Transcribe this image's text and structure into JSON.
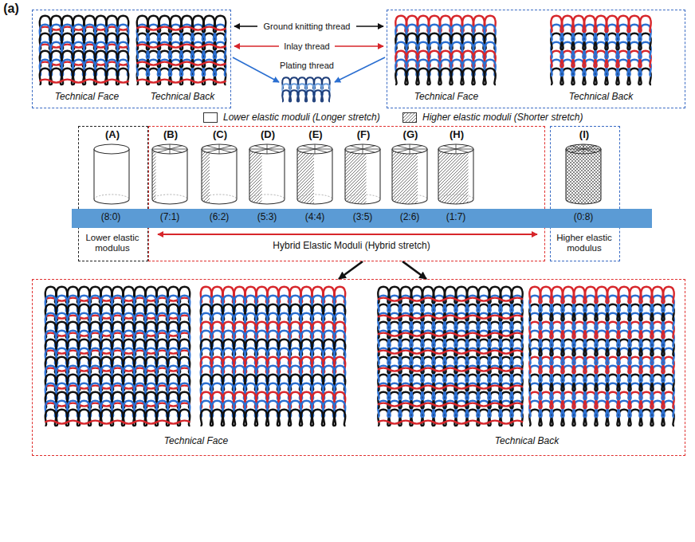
{
  "diagram": {
    "nodes": [
      {
        "text": [
          "Technical Face",
          "Technical Back"
        ]
      },
      {
        "text": [
          "Technical Face",
          "Technical Back"
        ]
      },
      {
        "text": [
          "(A)",
          "Lower elastic modulus"
        ]
      },
      {
        "text": [
          "(B)",
          "(C)",
          "(D)",
          "(E)",
          "(F)",
          "(G)",
          "(H)",
          "Hybrid Elastic Moduli (Hybrid stretch)"
        ]
      },
      {
        "text": [
          "(I)",
          "Higher elastic modulus"
        ]
      },
      {
        "text": [
          "(8:0)",
          "(7:1)",
          "(6:2)",
          "(5:3)",
          "(4:4)",
          "(3:5)",
          "(2:6)",
          "(1:7)",
          "(0:8)"
        ]
      },
      {
        "text": [
          "Technical Face",
          "Technical Back"
        ]
      }
    ],
    "edges": [
      {
        "from": 3,
        "to": 6,
        "arrow": "to"
      },
      {
        "from": 3,
        "to": 6,
        "arrow": "to"
      }
    ],
    "labels": [
      "(a)",
      "Ground knitting thread",
      "Inlay thread",
      "Plating thread"
    ],
    "legend": [
      {
        "text": "Lower elastic moduli (Longer stretch)",
        "color": "#ffffff"
      },
      {
        "text": "Higher elastic moduli (Shorter stretch)"
      }
    ]
  }
}
